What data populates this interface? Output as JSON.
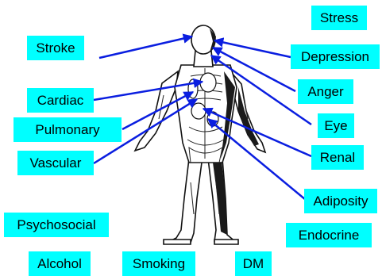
{
  "accent_color": "#00ffff",
  "arrow_color": "#0a1ee0",
  "figure": {
    "icon": "human-anatomy-figure-icon"
  },
  "labels": {
    "stress": "Stress",
    "stroke": "Stroke",
    "depression": "Depression",
    "anger": "Anger",
    "cardiac": "Cardiac",
    "eye": "Eye",
    "pulmonary": "Pulmonary",
    "vascular": "Vascular",
    "renal": "Renal",
    "adiposity": "Adiposity",
    "psychosocial": "Psychosocial",
    "endocrine": "Endocrine",
    "alcohol": "Alcohol",
    "smoking": "Smoking",
    "dm": "DM"
  }
}
